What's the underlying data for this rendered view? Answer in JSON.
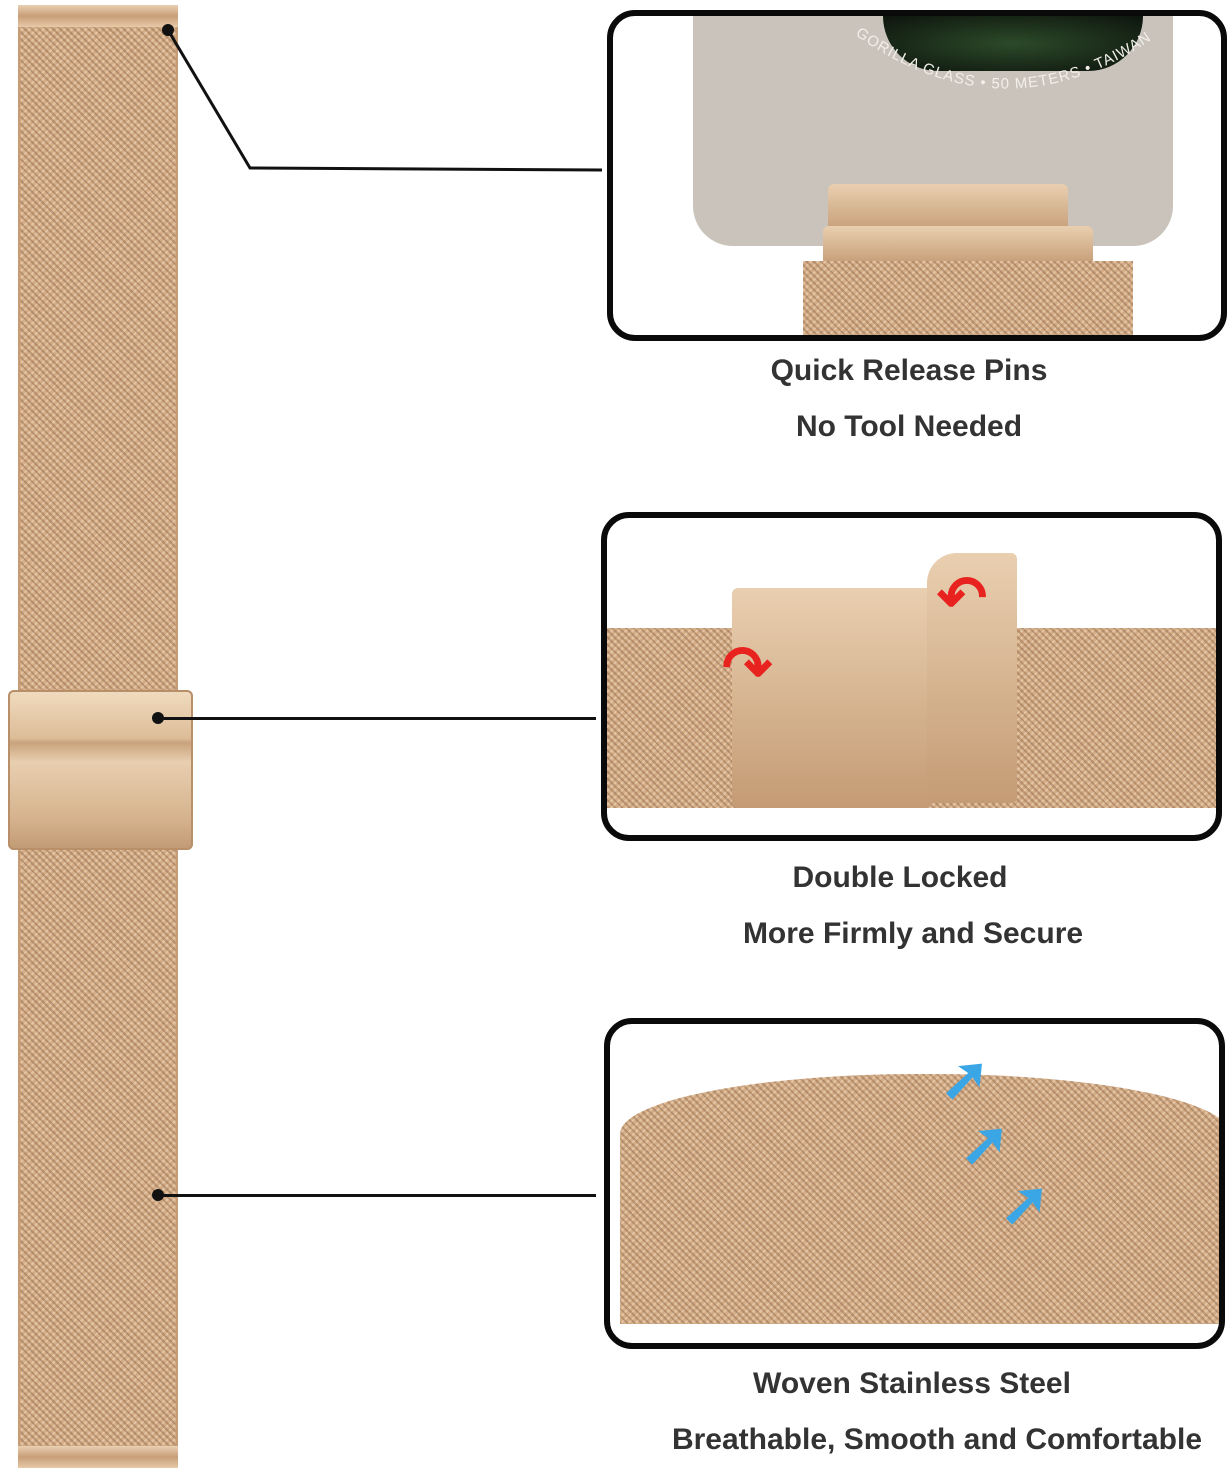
{
  "features": [
    {
      "title": "Quick Release Pins",
      "subtitle": "No Tool Needed",
      "watch_engraving": "GORILLA GLASS • 50 METERS • TAIWAN"
    },
    {
      "title": "Double Locked",
      "subtitle": "More Firmly and Secure"
    },
    {
      "title": "Woven Stainless Steel",
      "subtitle": "Breathable, Smooth and Comfortable"
    }
  ],
  "colors": {
    "band": "#d4ac86",
    "arrow_red": "#e8231f",
    "arrow_blue": "#3aa6e6",
    "border": "#0a0a0a",
    "caption": "#333333"
  }
}
